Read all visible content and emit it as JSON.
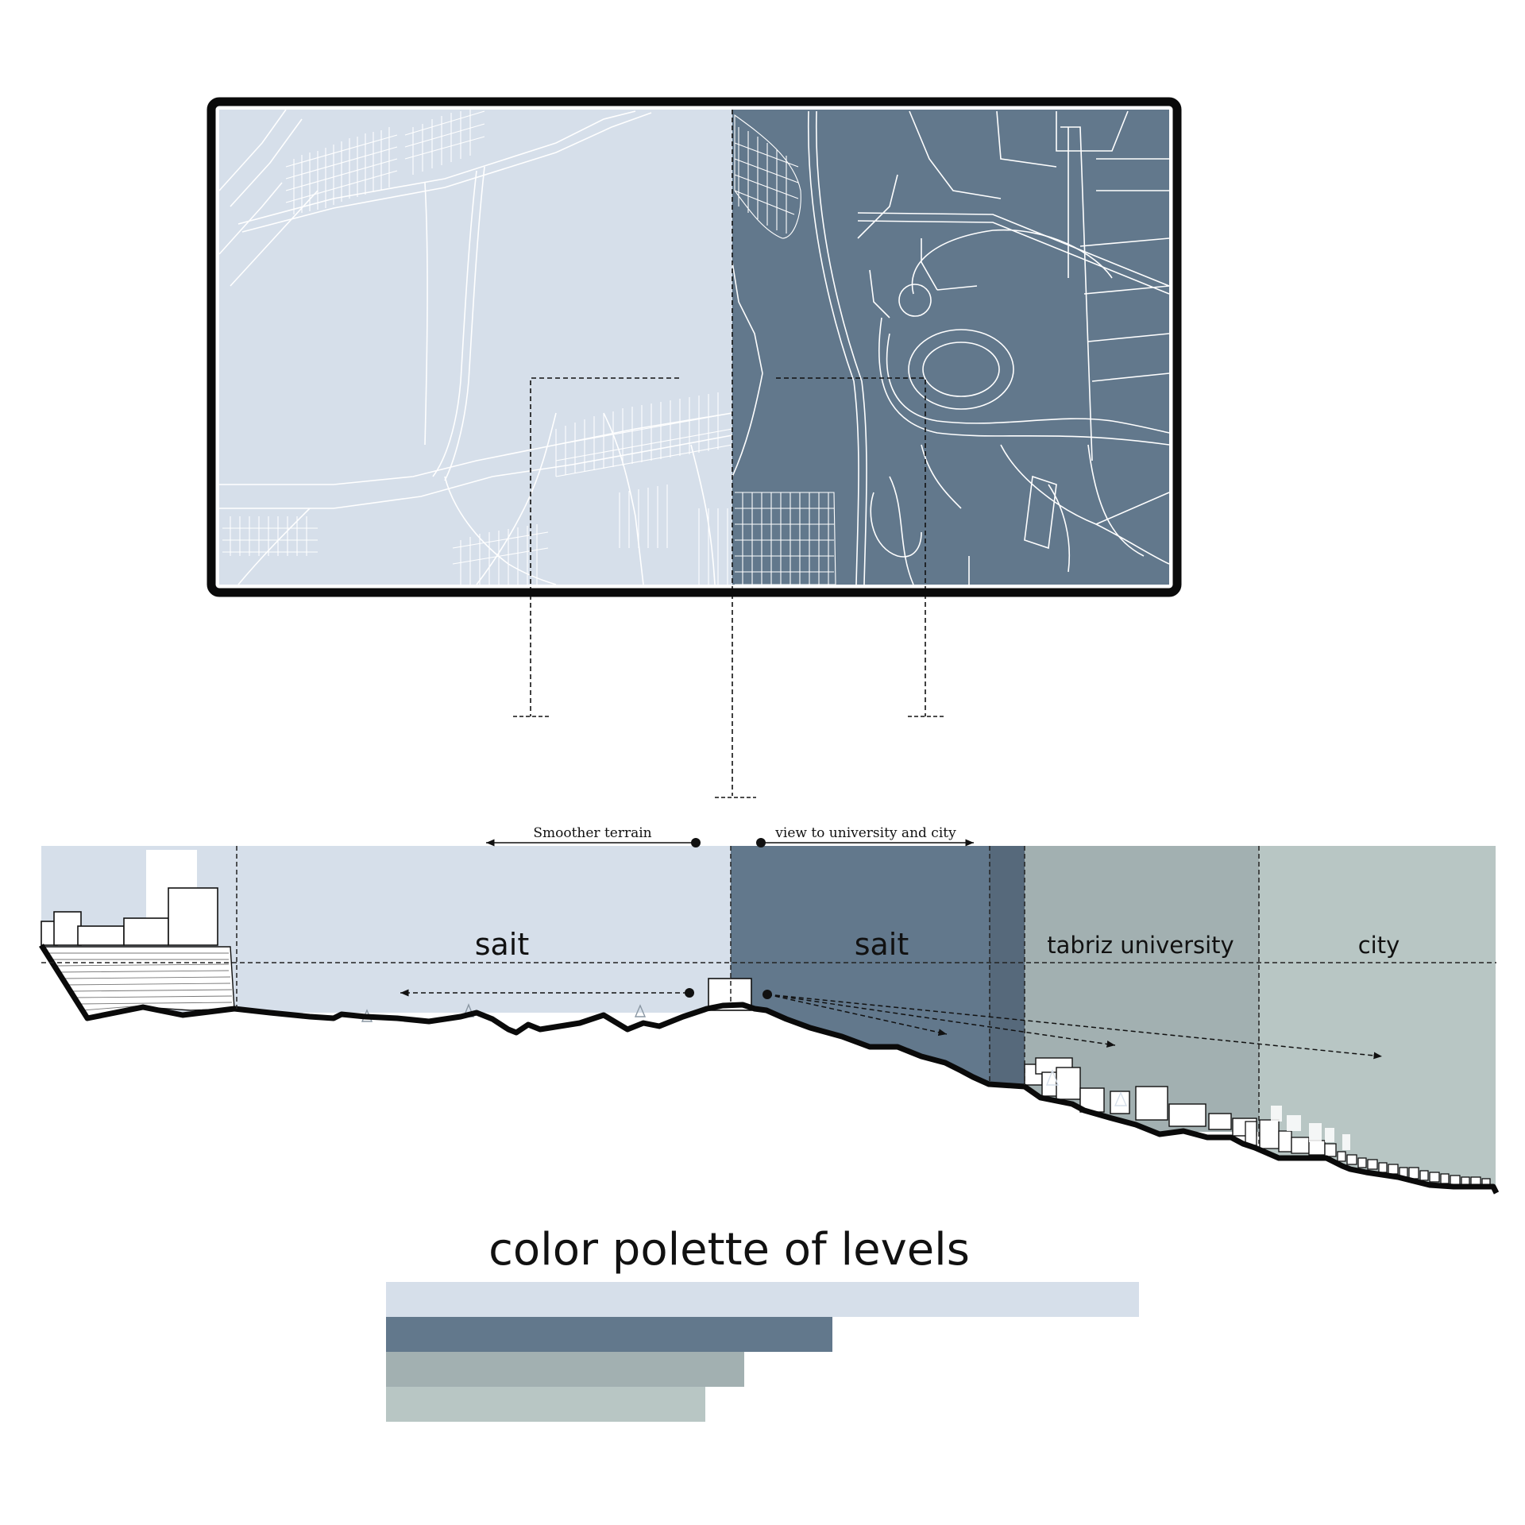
{
  "map": {
    "colors": {
      "light": "#d6dfea",
      "dark": "#62788c",
      "line": "#ffffff",
      "frame": "#0a0a0a"
    }
  },
  "section": {
    "annotations": {
      "left": "Smoother terrain",
      "right": "view to university and city"
    },
    "zones": [
      {
        "label": "sait",
        "color": "#d6dfea"
      },
      {
        "label": "sait",
        "color": "#62788c"
      },
      {
        "label": "tabriz university",
        "color": "#a2b0b1"
      },
      {
        "label": "city",
        "color": "#b8c6c4"
      }
    ]
  },
  "palette": {
    "title": "color polette of levels",
    "bars": [
      {
        "color": "#d6dfea",
        "level": 1.0
      },
      {
        "color": "#62788c",
        "level": 0.593
      },
      {
        "color": "#a2b0b1",
        "level": 0.476
      },
      {
        "color": "#b8c6c4",
        "level": 0.424
      }
    ]
  }
}
